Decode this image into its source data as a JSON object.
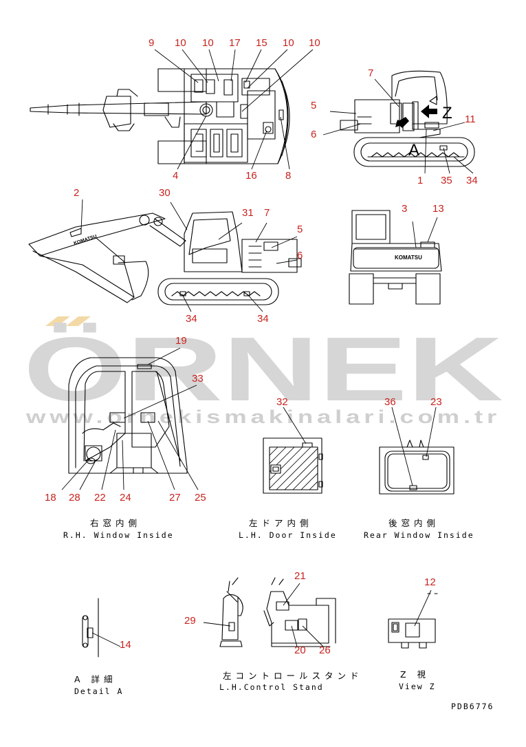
{
  "watermark": {
    "brand": "ÖRNEK",
    "url": "www.ornekismakinalari.com.tr",
    "accent_color": "#f3d9a6",
    "text_color": "#d6d6d6"
  },
  "views": {
    "rh_window": {
      "jp": "右窓内側",
      "en": "R.H. Window Inside"
    },
    "lh_door": {
      "jp": "左ドア内側",
      "en": "L.H. Door Inside"
    },
    "rear_window": {
      "jp": "後窓内側",
      "en": "Rear Window Inside"
    },
    "detail_a": {
      "jp": "A 詳細",
      "en": "Detail A"
    },
    "lh_control": {
      "jp": "左コントロールスタンド",
      "en": "L.H.Control Stand"
    },
    "view_z": {
      "jp": "Z 視",
      "en": "View Z"
    }
  },
  "view_markers": {
    "a": "A",
    "z": "Z"
  },
  "brand_on_machine": "KOMATSU",
  "doc_code": "PDB6776",
  "callouts": {
    "top_plan": [
      "9",
      "10",
      "10",
      "17",
      "15",
      "10",
      "10",
      "4",
      "16",
      "8"
    ],
    "side_small": [
      "7",
      "5",
      "6",
      "11",
      "1",
      "35",
      "34"
    ],
    "side_main": [
      "2",
      "30",
      "31",
      "7",
      "5",
      "6",
      "34",
      "34"
    ],
    "rear": [
      "3",
      "13"
    ],
    "rh_window": [
      "19",
      "33",
      "18",
      "28",
      "22",
      "24",
      "27",
      "25"
    ],
    "lh_door": [
      "32"
    ],
    "rear_window": [
      "36",
      "23"
    ],
    "detail_a": [
      "14"
    ],
    "lh_control": [
      "21",
      "29",
      "20",
      "26"
    ],
    "view_z": [
      "12"
    ]
  },
  "label_color": "#c8221e"
}
